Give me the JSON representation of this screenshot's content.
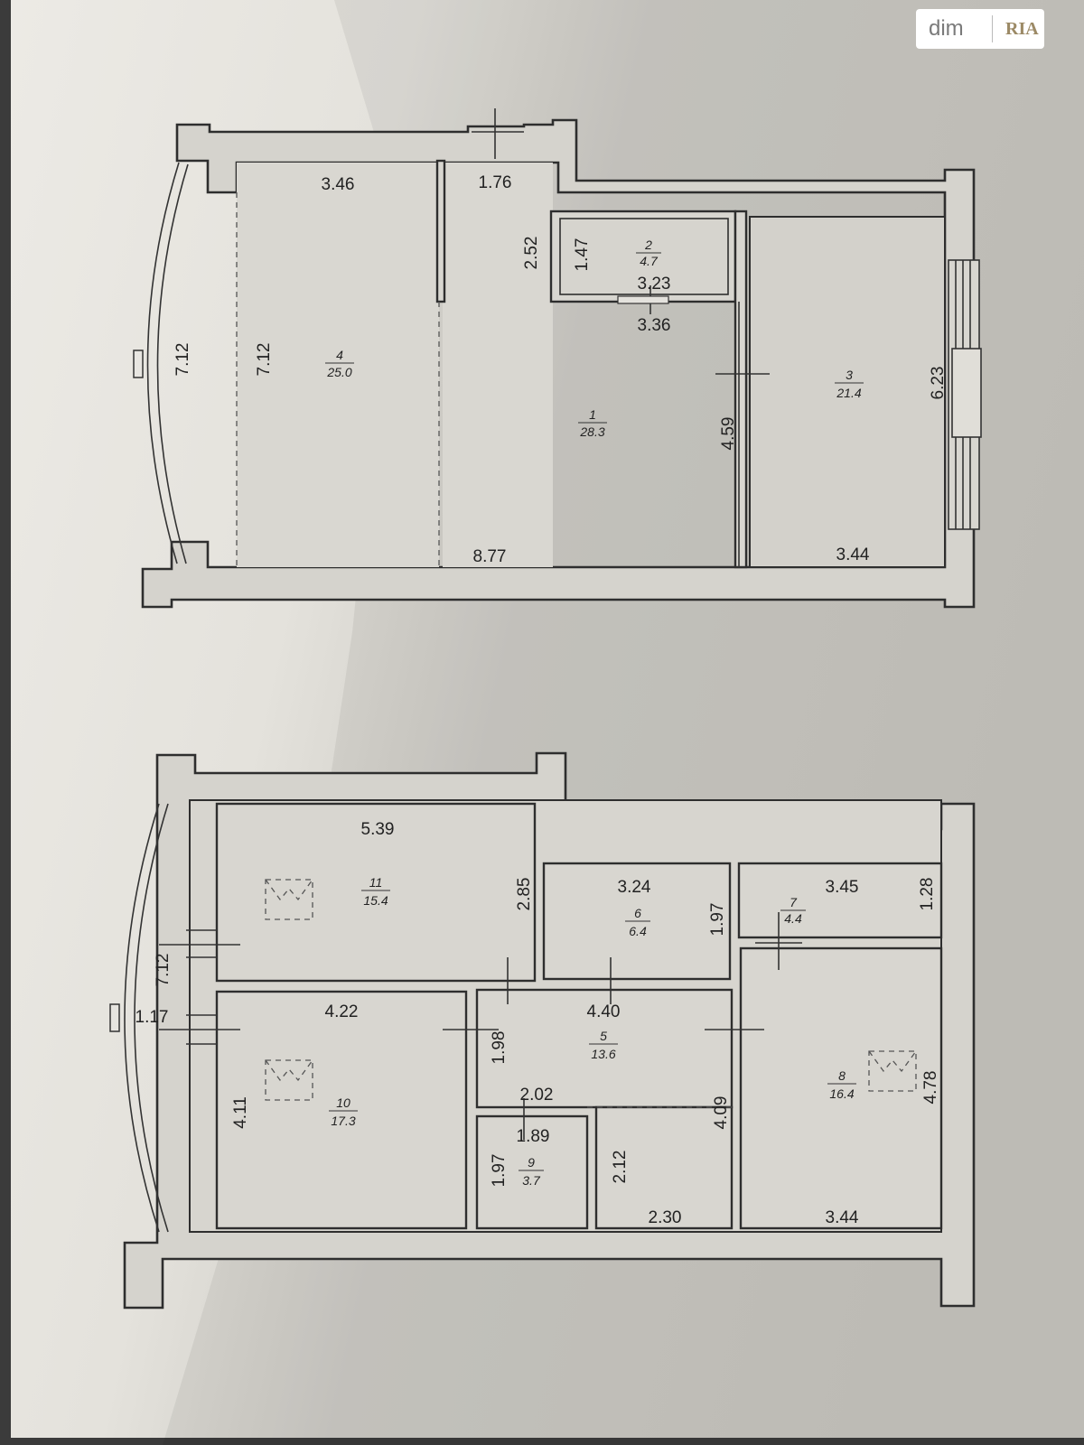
{
  "watermark": {
    "left": "dim",
    "right": "RIA"
  },
  "upper_floor": {
    "rooms": [
      {
        "number": "1",
        "area": "28.3"
      },
      {
        "number": "2",
        "area": "4.7"
      },
      {
        "number": "3",
        "area": "21.4"
      },
      {
        "number": "4",
        "area": "25.0"
      }
    ],
    "dimensions": [
      "3.46",
      "1.76",
      "7.12",
      "7.12",
      "2.52",
      "1.47",
      "3.23",
      "3.36",
      "4.59",
      "6.23",
      "8.77",
      "3.44"
    ]
  },
  "lower_floor": {
    "rooms": [
      {
        "number": "11",
        "area": "15.4"
      },
      {
        "number": "6",
        "area": "6.4"
      },
      {
        "number": "7",
        "area": "4.4"
      },
      {
        "number": "5",
        "area": "13.6"
      },
      {
        "number": "10",
        "area": "17.3"
      },
      {
        "number": "8",
        "area": "16.4"
      },
      {
        "number": "9",
        "area": "3.7"
      }
    ],
    "dimensions": [
      "5.39",
      "2.85",
      "3.24",
      "1.97",
      "3.45",
      "1.28",
      "7.12",
      "1.17",
      "4.22",
      "1.98",
      "4.40",
      "2.02",
      "1.89",
      "4.09",
      "4.11",
      "4.78",
      "1.97",
      "2.12",
      "2.30",
      "3.44"
    ]
  }
}
